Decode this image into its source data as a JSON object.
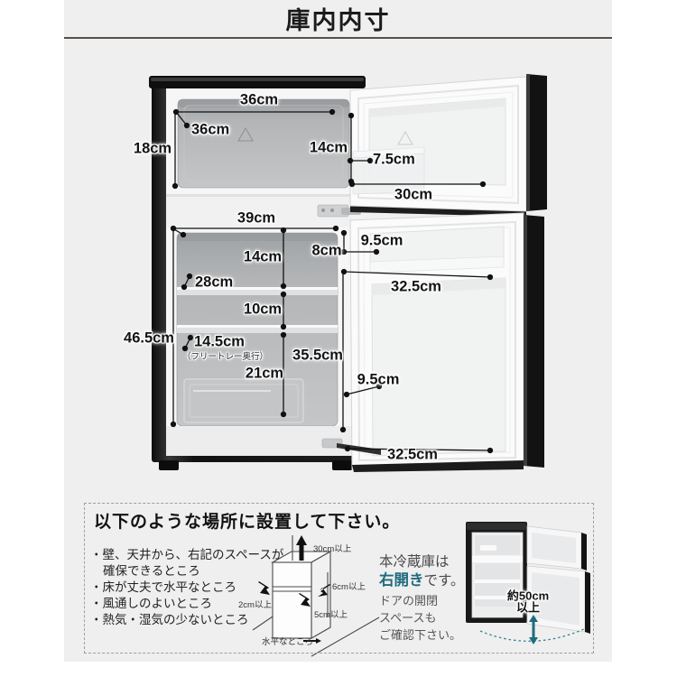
{
  "header": {
    "title": "庫内内寸"
  },
  "interior": {
    "freezer": {
      "width": "36cm",
      "depth": "36cm",
      "height": "18cm"
    },
    "freezer_door": {
      "inner_height": "14cm",
      "pocket_depth": "7.5cm",
      "inner_width": "30cm"
    },
    "fridge": {
      "width": "39cm",
      "shelf_top_height": "14cm",
      "depth": "28cm",
      "shelf_middle_height": "10cm",
      "tray_depth": "14.5cm",
      "tray_note": "（フリートレー奥行）",
      "bottom_height": "21cm",
      "height": "46.5cm"
    },
    "fridge_door": {
      "pocket_top_height": "8cm",
      "pocket_top_depth": "9.5cm",
      "inner_width_top": "32.5cm",
      "inner_height": "35.5cm",
      "pocket_bottom_depth": "9.5cm",
      "inner_width_bottom": "32.5cm"
    }
  },
  "install": {
    "title": "以下のような場所に設置して下さい。",
    "notes": [
      "・壁、天井から、右記のスペースが",
      "確保できるところ",
      "・床が丈夫で水平なところ",
      "・風通しのよいところ",
      "・熱気・湿気の少ないところ"
    ],
    "clearances": {
      "top": "30cm以上",
      "rear": "6cm以上",
      "left": "2cm以上",
      "front": "5cm以上",
      "floor": "水平なところ"
    },
    "door_note": {
      "prefix": "本冷蔵庫は",
      "highlight": "右開き",
      "suffix": "です。",
      "lines": [
        "ドアの開閉",
        "スペースも",
        "ご確認下さい。"
      ],
      "swing_label_1": "約50cm",
      "swing_label_2": "以上"
    }
  },
  "colors": {
    "background": "#efefef",
    "accent_teal": "#1e6b7d",
    "fridge_black": "#171717"
  }
}
